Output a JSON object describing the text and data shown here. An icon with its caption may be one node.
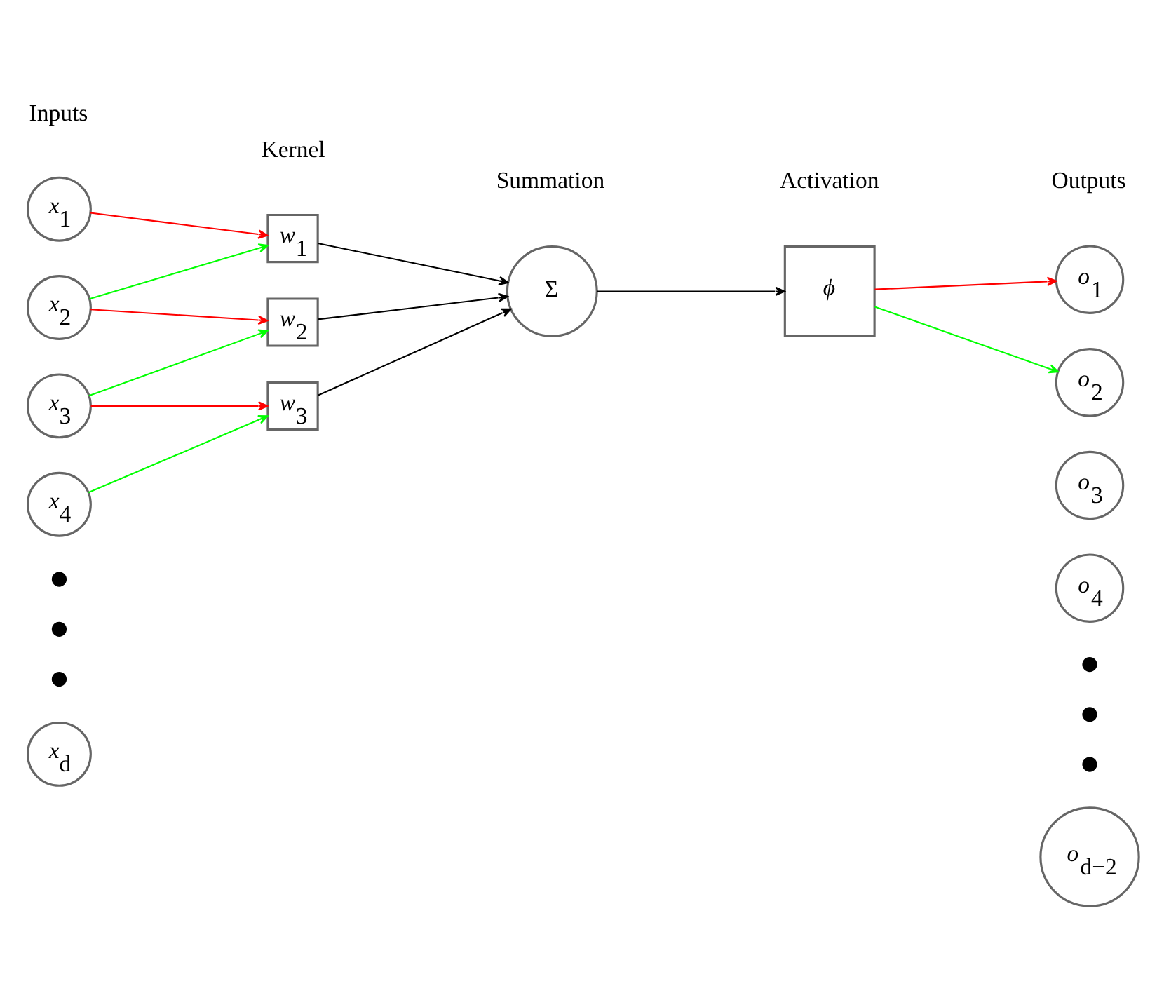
{
  "diagram": {
    "nodes": [
      {
        "text": [
          "*x*$_{1}$"
        ]
      },
      {
        "text": [
          "*x*$_{2}$"
        ]
      },
      {
        "text": [
          "*x*$_{3}$"
        ]
      },
      {
        "text": [
          "*x*$_{4}$"
        ]
      },
      {
        "text": [],
        "shape": "dot"
      },
      {
        "text": [],
        "shape": "dot"
      },
      {
        "text": [],
        "shape": "dot"
      },
      {
        "text": [
          "*x*$_{d}$"
        ]
      },
      {
        "text": [
          "*w*$_{1}$"
        ]
      },
      {
        "text": [
          "*w*$_{2}$"
        ]
      },
      {
        "text": [
          "*w*$_{3}$"
        ]
      },
      {
        "text": [
          "Σ"
        ]
      },
      {
        "text": [
          "*ϕ*"
        ]
      },
      {
        "text": [
          "*o*$_{1}$"
        ]
      },
      {
        "text": [
          "*o*$_{2}$"
        ]
      },
      {
        "text": [
          "*o*$_{3}$"
        ]
      },
      {
        "text": [
          "*o*$_{4}$"
        ]
      },
      {
        "text": [],
        "shape": "dot"
      },
      {
        "text": [],
        "shape": "dot"
      },
      {
        "text": [],
        "shape": "dot"
      },
      {
        "text": [
          "*o*$_{d−2}$"
        ]
      }
    ],
    "edges": [
      {
        "from": 0,
        "to": 8,
        "arrow": "to",
        "color": "#ff0000"
      },
      {
        "from": 1,
        "to": 8,
        "arrow": "to",
        "color": "#00ff00"
      },
      {
        "from": 1,
        "to": 9,
        "arrow": "to",
        "color": "#ff0000"
      },
      {
        "from": 2,
        "to": 9,
        "arrow": "to",
        "color": "#00ff00"
      },
      {
        "from": 2,
        "to": 10,
        "arrow": "to",
        "color": "#ff0000"
      },
      {
        "from": 3,
        "to": 10,
        "arrow": "to",
        "color": "#00ff00"
      },
      {
        "from": 8,
        "to": 11,
        "arrow": "to",
        "color": "#000000"
      },
      {
        "from": 9,
        "to": 11,
        "arrow": "to",
        "color": "#000000"
      },
      {
        "from": 10,
        "to": 11,
        "arrow": "to",
        "color": "#000000"
      },
      {
        "from": 11,
        "to": 12,
        "arrow": "to",
        "color": "#000000"
      },
      {
        "from": 12,
        "to": 13,
        "arrow": "to",
        "color": "#ff0000"
      },
      {
        "from": 12,
        "to": 14,
        "arrow": "to",
        "color": "#00ff00"
      }
    ],
    "labels": [
      "Inputs",
      "Kernel",
      "Summation",
      "Activation",
      "Outputs"
    ]
  }
}
